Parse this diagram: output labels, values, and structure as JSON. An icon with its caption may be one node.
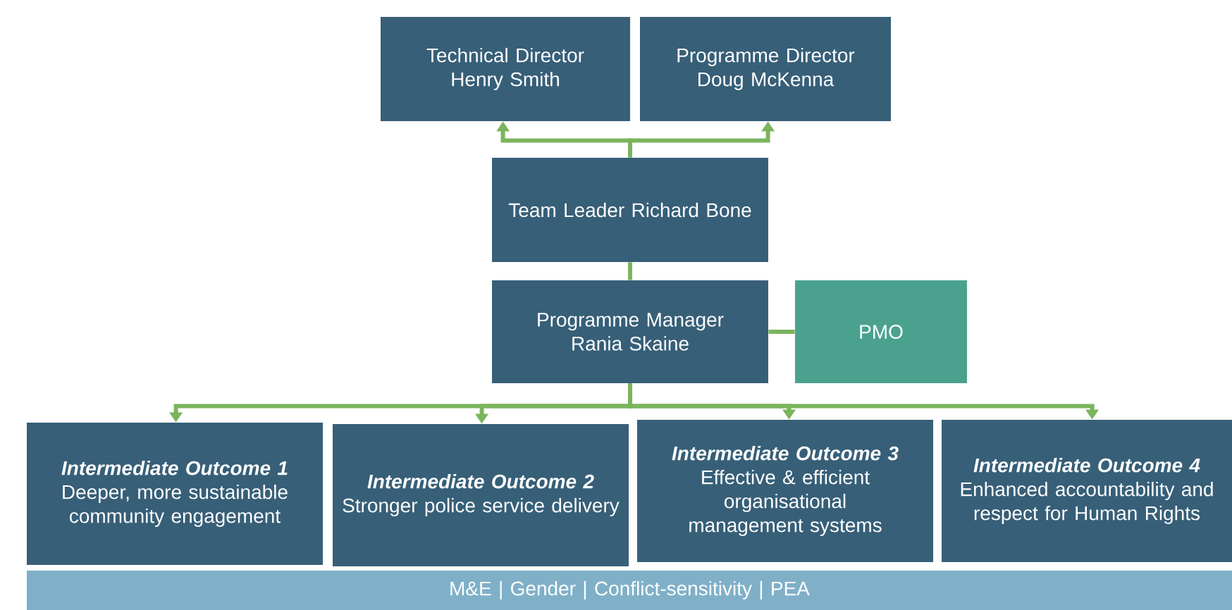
{
  "diagram": {
    "nodes": [
      {
        "text": [
          "Technical Director Henry Smith"
        ]
      },
      {
        "text": [
          "Programme Director Doug McKenna"
        ]
      },
      {
        "text": [
          "Team Leader Richard Bone"
        ]
      },
      {
        "text": [
          "Programme Manager Rania Skaine"
        ]
      },
      {
        "text": [
          "PMO"
        ]
      },
      {
        "text": [
          "Intermediate Outcome 1",
          "Deeper, more sustainable community engagement"
        ]
      },
      {
        "text": [
          "Intermediate Outcome 2",
          "Stronger police service delivery"
        ]
      },
      {
        "text": [
          "Intermediate Outcome 3",
          "Effective & efficient organisational management systems"
        ]
      },
      {
        "text": [
          "Intermediate Outcome 4",
          "Enhanced accountability and respect for Human Rights"
        ]
      },
      {
        "text": [
          "M&E | Gender | Conflict-sensitivity | PEA"
        ]
      }
    ],
    "edges": [
      {
        "from": 2,
        "to": 0,
        "arrow": "to"
      },
      {
        "from": 2,
        "to": 1,
        "arrow": "to"
      },
      {
        "from": 2,
        "to": 3,
        "arrow": "none"
      },
      {
        "from": 3,
        "to": 4,
        "arrow": "none"
      },
      {
        "from": 3,
        "to": 5,
        "arrow": "to"
      },
      {
        "from": 3,
        "to": 6,
        "arrow": "to"
      },
      {
        "from": 3,
        "to": 7,
        "arrow": "to"
      },
      {
        "from": 3,
        "to": 8,
        "arrow": "to"
      }
    ]
  }
}
